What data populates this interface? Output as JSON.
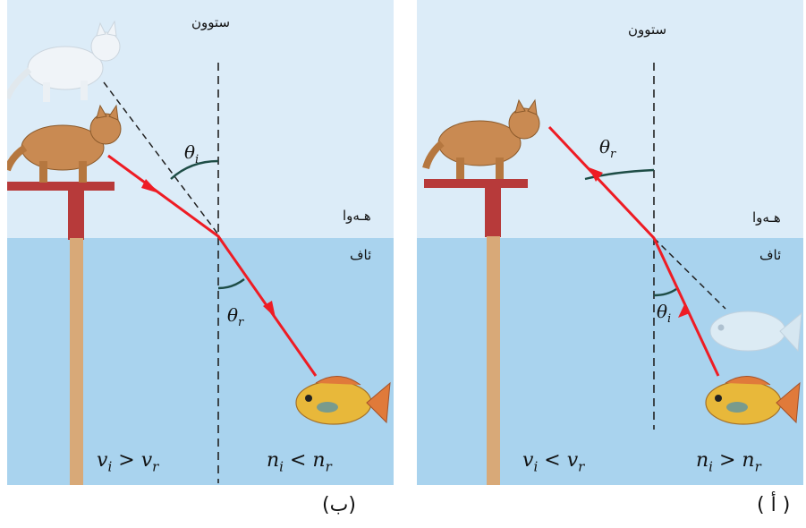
{
  "panel_b": {
    "normal_label": "ستوون",
    "air_label": "هـەوا",
    "water_label": "ئاف",
    "theta_i": "θi",
    "theta_r": "θr",
    "speed_relation": {
      "left": "v",
      "left_sub": "i",
      "op": ">",
      "right": "v",
      "right_sub": "r"
    },
    "index_relation": {
      "left": "n",
      "left_sub": "i",
      "op": "<",
      "right": "n",
      "right_sub": "r"
    },
    "caption": "(ب)"
  },
  "panel_a": {
    "normal_label": "ستوون",
    "air_label": "هـەوا",
    "water_label": "ئاف",
    "theta_i": "θi",
    "theta_r": "θr",
    "speed_relation": {
      "left": "v",
      "left_sub": "i",
      "op": "<",
      "right": "v",
      "right_sub": "r"
    },
    "index_relation": {
      "left": "n",
      "left_sub": "i",
      "op": ">",
      "right": "n",
      "right_sub": "r"
    },
    "caption": "( أ )"
  },
  "colors": {
    "ray": "#ee1c24",
    "air": "#dcecf8",
    "water": "#a9d3ee",
    "post_top": "#b73a3a",
    "post_stem": "#d8a978"
  }
}
